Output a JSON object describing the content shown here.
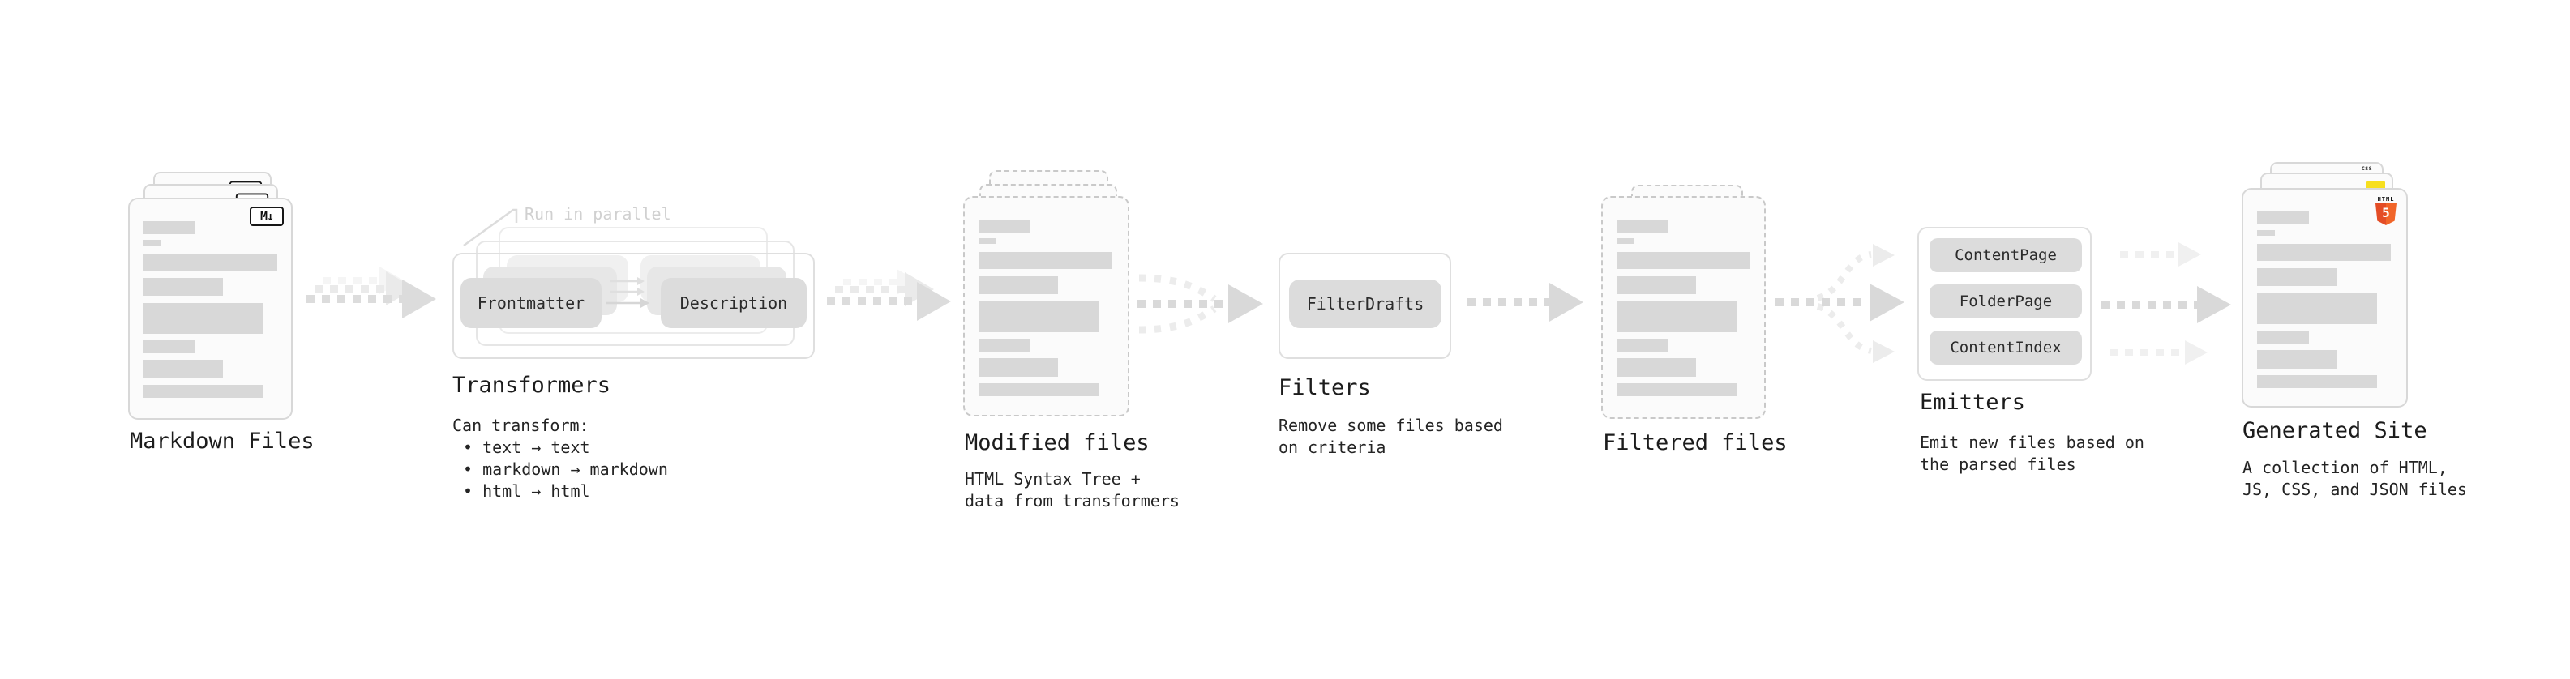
{
  "markdown_files": {
    "label": "Markdown Files",
    "md_icon": "M↓"
  },
  "transformers": {
    "annotation": "Run in parallel",
    "pill_left": "Frontmatter",
    "pill_right": "Description",
    "label": "Transformers",
    "body": [
      "Can transform:",
      "• text → text",
      "• markdown → markdown",
      "• html → html"
    ]
  },
  "modified_files": {
    "label": "Modified files",
    "body": [
      "HTML Syntax Tree +",
      "data from transformers"
    ]
  },
  "filters": {
    "label": "Filters",
    "pill": "FilterDrafts",
    "body": [
      "Remove some files based",
      "on criteria"
    ]
  },
  "filtered_files": {
    "label": "Filtered files"
  },
  "emitters": {
    "label": "Emitters",
    "pills": [
      "ContentPage",
      "FolderPage",
      "ContentIndex"
    ],
    "body": [
      "Emit new files based on",
      "the parsed files"
    ]
  },
  "generated_site": {
    "label": "Generated Site",
    "body": [
      "A collection of HTML,",
      "JS, CSS, and JSON files"
    ],
    "css_badge": "CSS",
    "html_badge_top": "HTML",
    "html_badge_char": "5"
  },
  "colors": {
    "ink": "#1e1e1e",
    "annotation_gray": "#d0d0d0",
    "accent_html5": "#e44d26",
    "accent_html5_light": "#f16529",
    "accent_js": "#f7df1e",
    "accent_css": "#2d6fe0"
  }
}
